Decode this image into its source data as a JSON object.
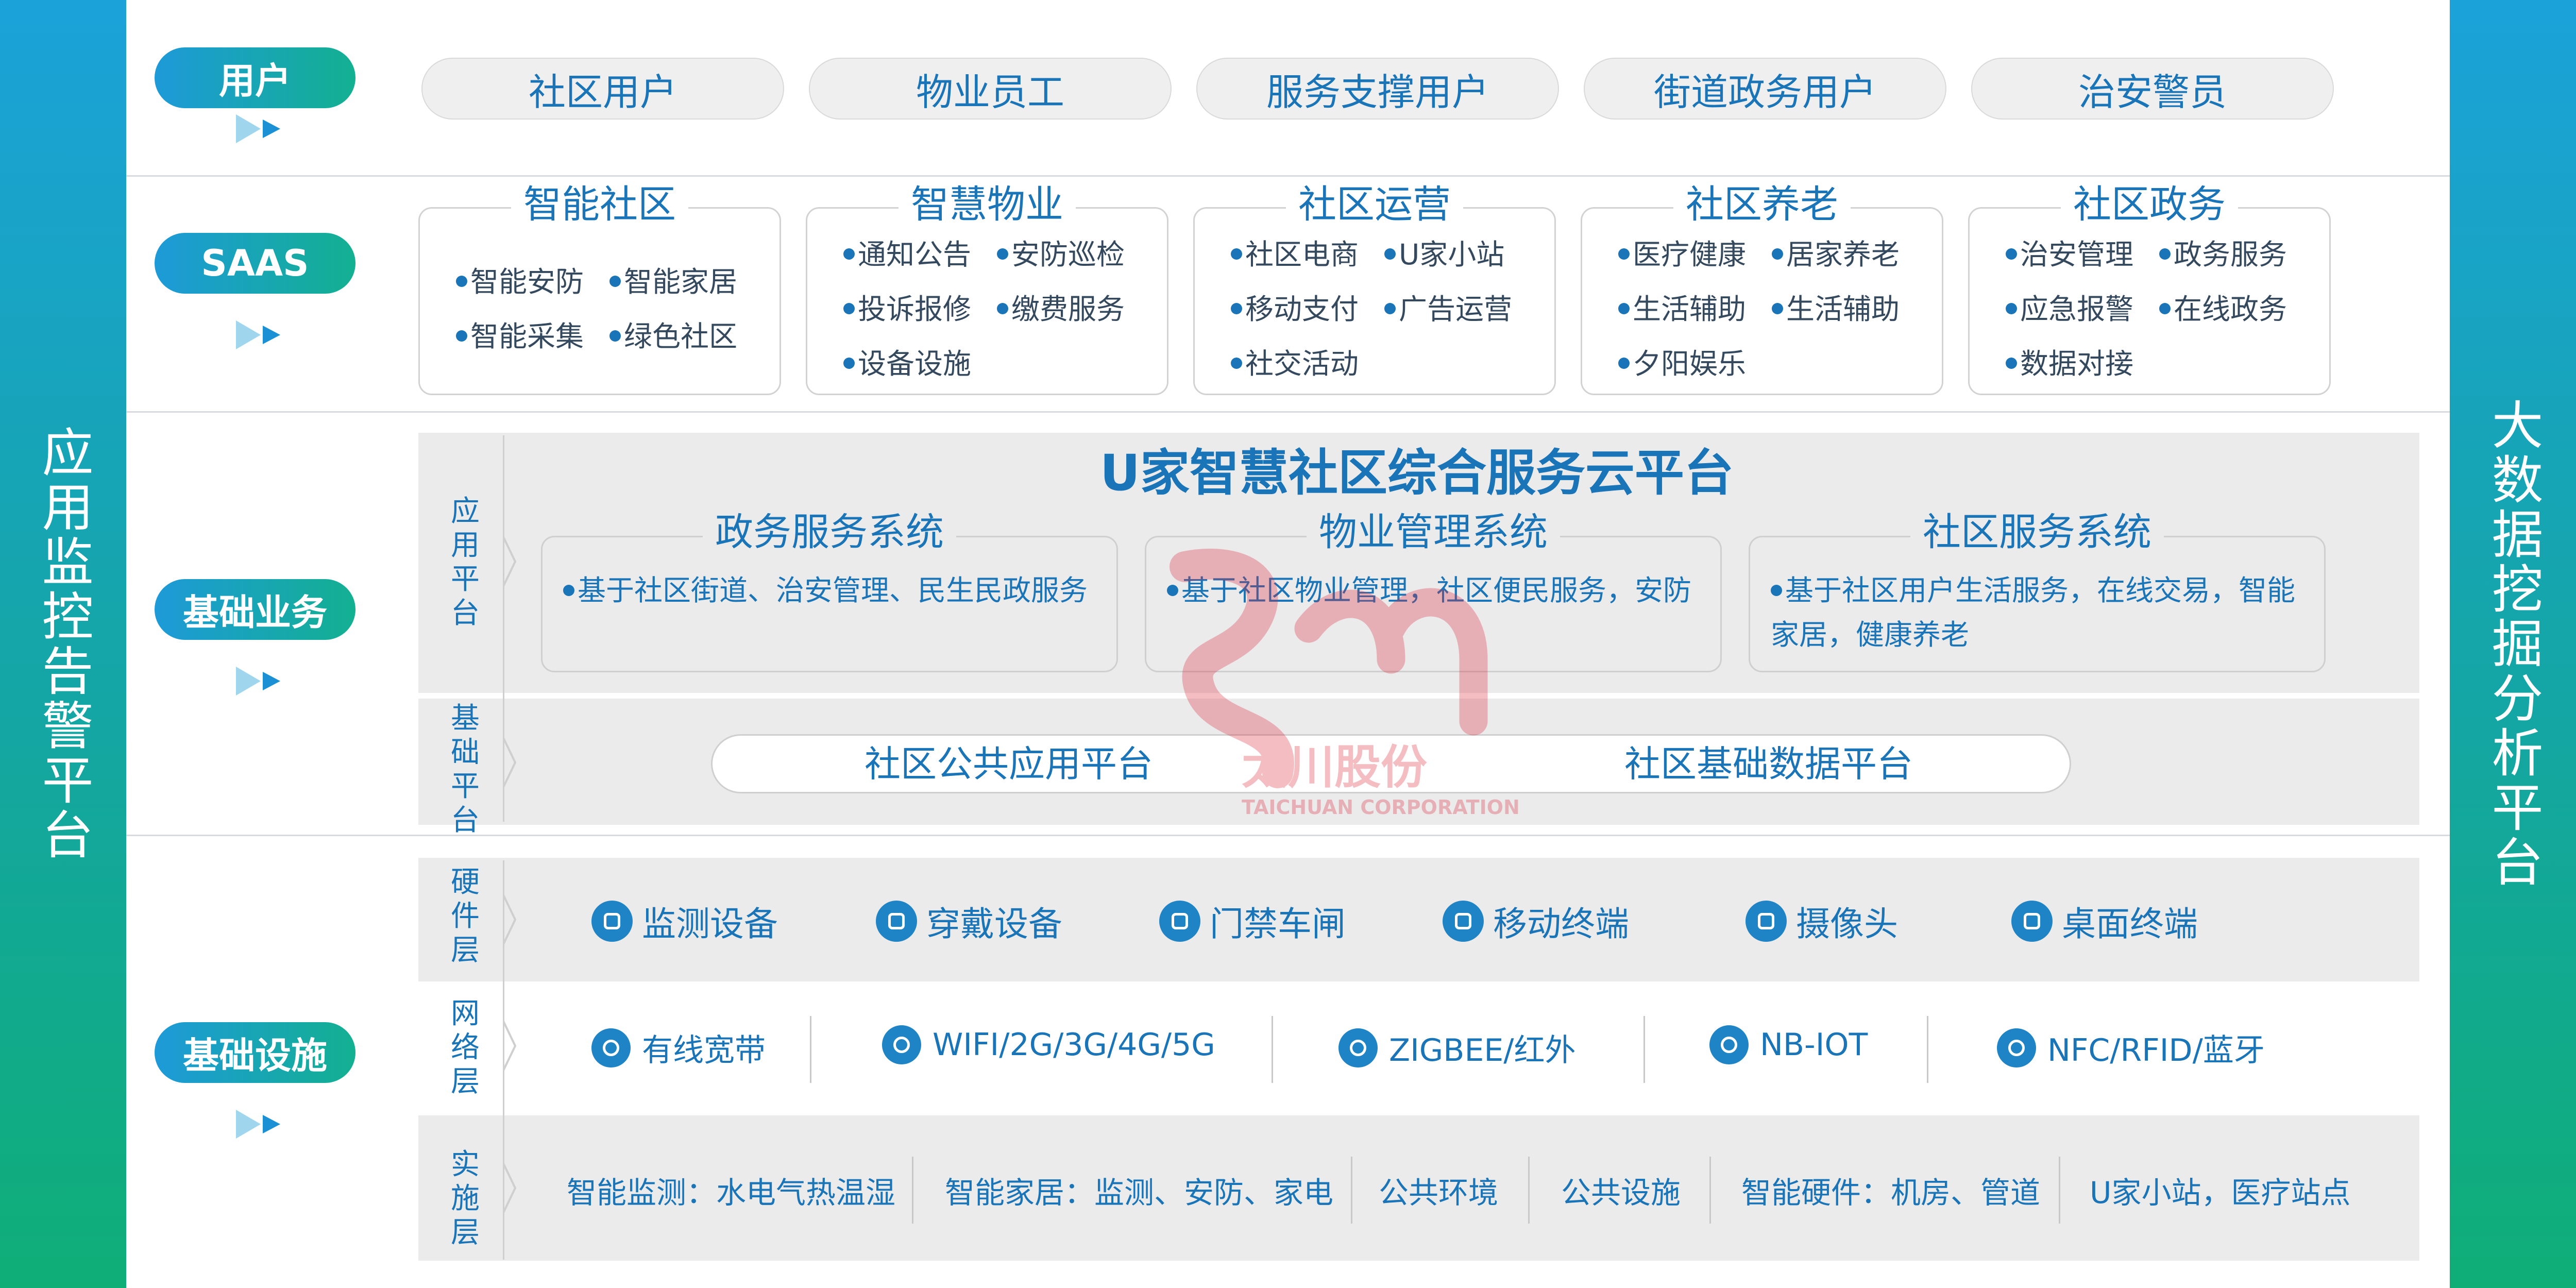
{
  "left_sidebar": {
    "label": "应用监控告警平台"
  },
  "right_sidebar": {
    "label": "大数据挖掘分析平台"
  },
  "rows": {
    "users": "用户",
    "saas": "SAAS",
    "business": "基础业务",
    "infrastructure": "基础设施"
  },
  "user_types": [
    "社区用户",
    "物业员工",
    "服务支撑用户",
    "街道政务用户",
    "治安警员"
  ],
  "saas": [
    {
      "title": "智能社区",
      "items": [
        "智能安防",
        "智能家居",
        "智能采集",
        "绿色社区"
      ]
    },
    {
      "title": "智慧物业",
      "items": [
        "通知公告",
        "安防巡检",
        "投诉报修",
        "缴费服务",
        "设备设施"
      ]
    },
    {
      "title": "社区运营",
      "items": [
        "社区电商",
        "U家小站",
        "移动支付",
        "广告运营",
        "社交活动"
      ]
    },
    {
      "title": "社区养老",
      "items": [
        "医疗健康",
        "居家养老",
        "生活辅助",
        "生活辅助",
        "夕阳娱乐"
      ]
    },
    {
      "title": "社区政务",
      "items": [
        "治安管理",
        "政务服务",
        "应急报警",
        "在线政务",
        "数据对接"
      ]
    }
  ],
  "business": {
    "app_platform_label": "应用平台",
    "base_platform_label": "基础平台",
    "title": "U家智慧社区综合服务云平台",
    "systems": [
      {
        "title": "政务服务系统",
        "desc": "基于社区街道、治安管理、民生民政服务"
      },
      {
        "title": "物业管理系统",
        "desc": "基于社区物业管理，社区便民服务，安防"
      },
      {
        "title": "社区服务系统",
        "desc": "基于社区用户生活服务，在线交易，智能家居，健康养老"
      }
    ],
    "public_app_platform": "社区公共应用平台",
    "base_data_platform": "社区基础数据平台"
  },
  "infrastructure": {
    "hardware_label": "硬件层",
    "network_label": "网络层",
    "implementation_label": "实施层",
    "hardware": [
      {
        "label": "监测设备",
        "icon": "monitor-device-icon"
      },
      {
        "label": "穿戴设备",
        "icon": "wearable-icon"
      },
      {
        "label": "门禁车闸",
        "icon": "gate-car-icon"
      },
      {
        "label": "移动终端",
        "icon": "mobile-phone-icon"
      },
      {
        "label": "摄像头",
        "icon": "camera-icon"
      },
      {
        "label": "桌面终端",
        "icon": "desktop-terminal-icon"
      }
    ],
    "network": [
      {
        "label": "有线宽带",
        "icon": "ie-browser-icon"
      },
      {
        "label": "WIFI/2G/3G/4G/5G",
        "icon": "wifi-icon"
      },
      {
        "label": "ZIGBEE/红外",
        "icon": "zigbee-icon"
      },
      {
        "label": "NB-IOT",
        "icon": "network-hub-icon"
      },
      {
        "label": "NFC/RFID/蓝牙",
        "icon": "bluetooth-icon"
      }
    ],
    "implementation": [
      "智能监测：水电气热温湿",
      "智能家居：监测、安防、家电",
      "公共环境",
      "公共设施",
      "智能硬件：机房、管道",
      "U家小站，医疗站点"
    ]
  },
  "watermark": {
    "brand": "太川股份",
    "brand_en": "TAICHUAN CORPORATION"
  }
}
